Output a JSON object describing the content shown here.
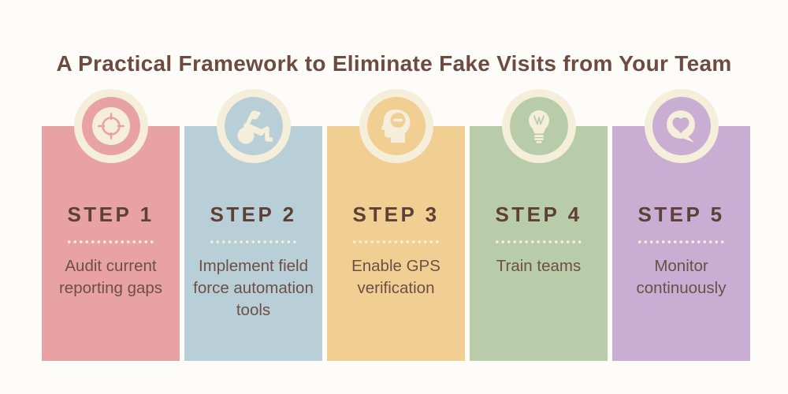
{
  "title": "A Practical Framework to Eliminate Fake Visits from Your Team",
  "theme": {
    "background": "#fdfcf8",
    "cream": "#f5eeda",
    "title_color": "#6e4b41",
    "step_label_color": "#5e4037",
    "body_text_color": "#6d4f47"
  },
  "steps": [
    {
      "label": "STEP 1",
      "description": "Audit current reporting gaps",
      "color": "#e8a2a2",
      "icon": "target-icon"
    },
    {
      "label": "STEP 2",
      "description": "Implement field force automation tools",
      "color": "#b9cfd7",
      "icon": "exercise-ball-person-icon"
    },
    {
      "label": "STEP 3",
      "description": "Enable GPS verification",
      "color": "#f1ce92",
      "icon": "head-minus-icon"
    },
    {
      "label": "STEP 4",
      "description": "Train teams",
      "color": "#b8ccaa",
      "icon": "lightbulb-icon"
    },
    {
      "label": "STEP 5",
      "description": "Monitor continuously",
      "color": "#c9add2",
      "icon": "heart-speech-bubble-icon"
    }
  ]
}
